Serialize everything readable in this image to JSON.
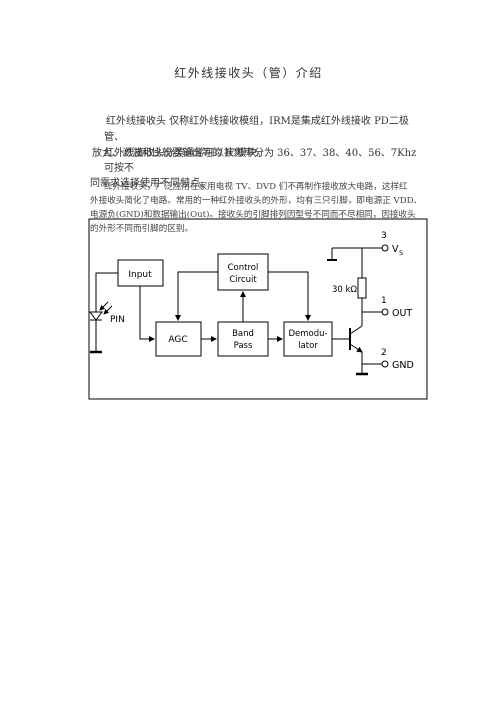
{
  "doc": {
    "title": "红外线接收头（管）介绍",
    "para1_line1": "红外线接收头 仅称红外线接收模组，IRM是集成红外线接收 PD二极管、",
    "para1_line2": "放大、滤波和比较器输出等的 IC模块。",
    "para2_line1": "红外线接收头分类通常可以按频率分为 36、37、38、40、56、7Khz可按不",
    "para2_line2": "同需求选择使用不同频点。",
    "para3_line1": "红外接收头，广泛应用在家用电视 TV、DVD 们不再制作接收放大电路，这样红",
    "para3_line2": "外接收头简化了电路。常用的一种红外接收头的外形，均有三只引脚，即电源正 VDD、",
    "para3_line3": "电源负(GND)和数据输出(Out)。接收头的引脚排列因型号不同而不尽相同，因接收头",
    "para3_line4": "的外形不同而引脚的区别。"
  },
  "diagram": {
    "block_input": "Input",
    "block_control_1": "Control",
    "block_control_2": "Circuit",
    "block_agc": "AGC",
    "block_band_1": "Band",
    "block_band_2": "Pass",
    "block_demod_1": "Demodu-",
    "block_demod_2": "lator",
    "label_pin": "PIN",
    "resistor": "30 kΩ",
    "pin3_num": "3",
    "pin3_label": "V",
    "pin3_sub": "S",
    "pin1_num": "1",
    "pin1_label": "OUT",
    "pin2_num": "2",
    "pin2_label": "GND"
  }
}
